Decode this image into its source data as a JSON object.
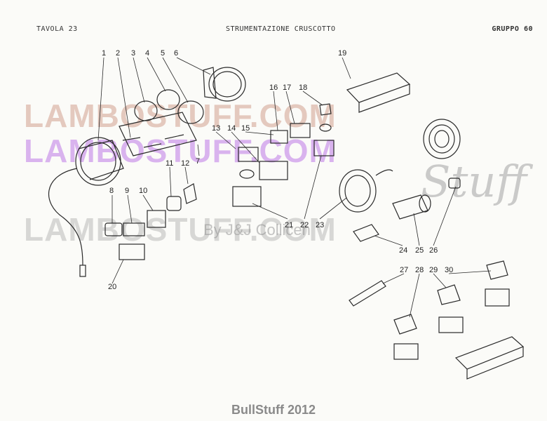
{
  "header": {
    "left": "TAVOLA 23",
    "center": "STRUMENTAZIONE CRUSCOTTO",
    "right": "GRUPPO 60"
  },
  "watermarks": {
    "line1": "LAMBOSTUFF.COM",
    "line2": "LAMBOSTUFF.COM",
    "line3": "LAMBOSTUFF.COM",
    "stuff": "Stuff",
    "by": "By J&J Collicen"
  },
  "callouts": [
    "1",
    "2",
    "3",
    "4",
    "5",
    "6",
    "7",
    "8",
    "9",
    "10",
    "11",
    "12",
    "13",
    "14",
    "15",
    "16",
    "17",
    "18",
    "19",
    "20",
    "21",
    "22",
    "23",
    "24",
    "25",
    "26",
    "27",
    "28",
    "29",
    "30"
  ],
  "footer": "BullStuff 2012",
  "colors": {
    "line": "#2a2a2a",
    "paper": "#fbfbf8"
  }
}
